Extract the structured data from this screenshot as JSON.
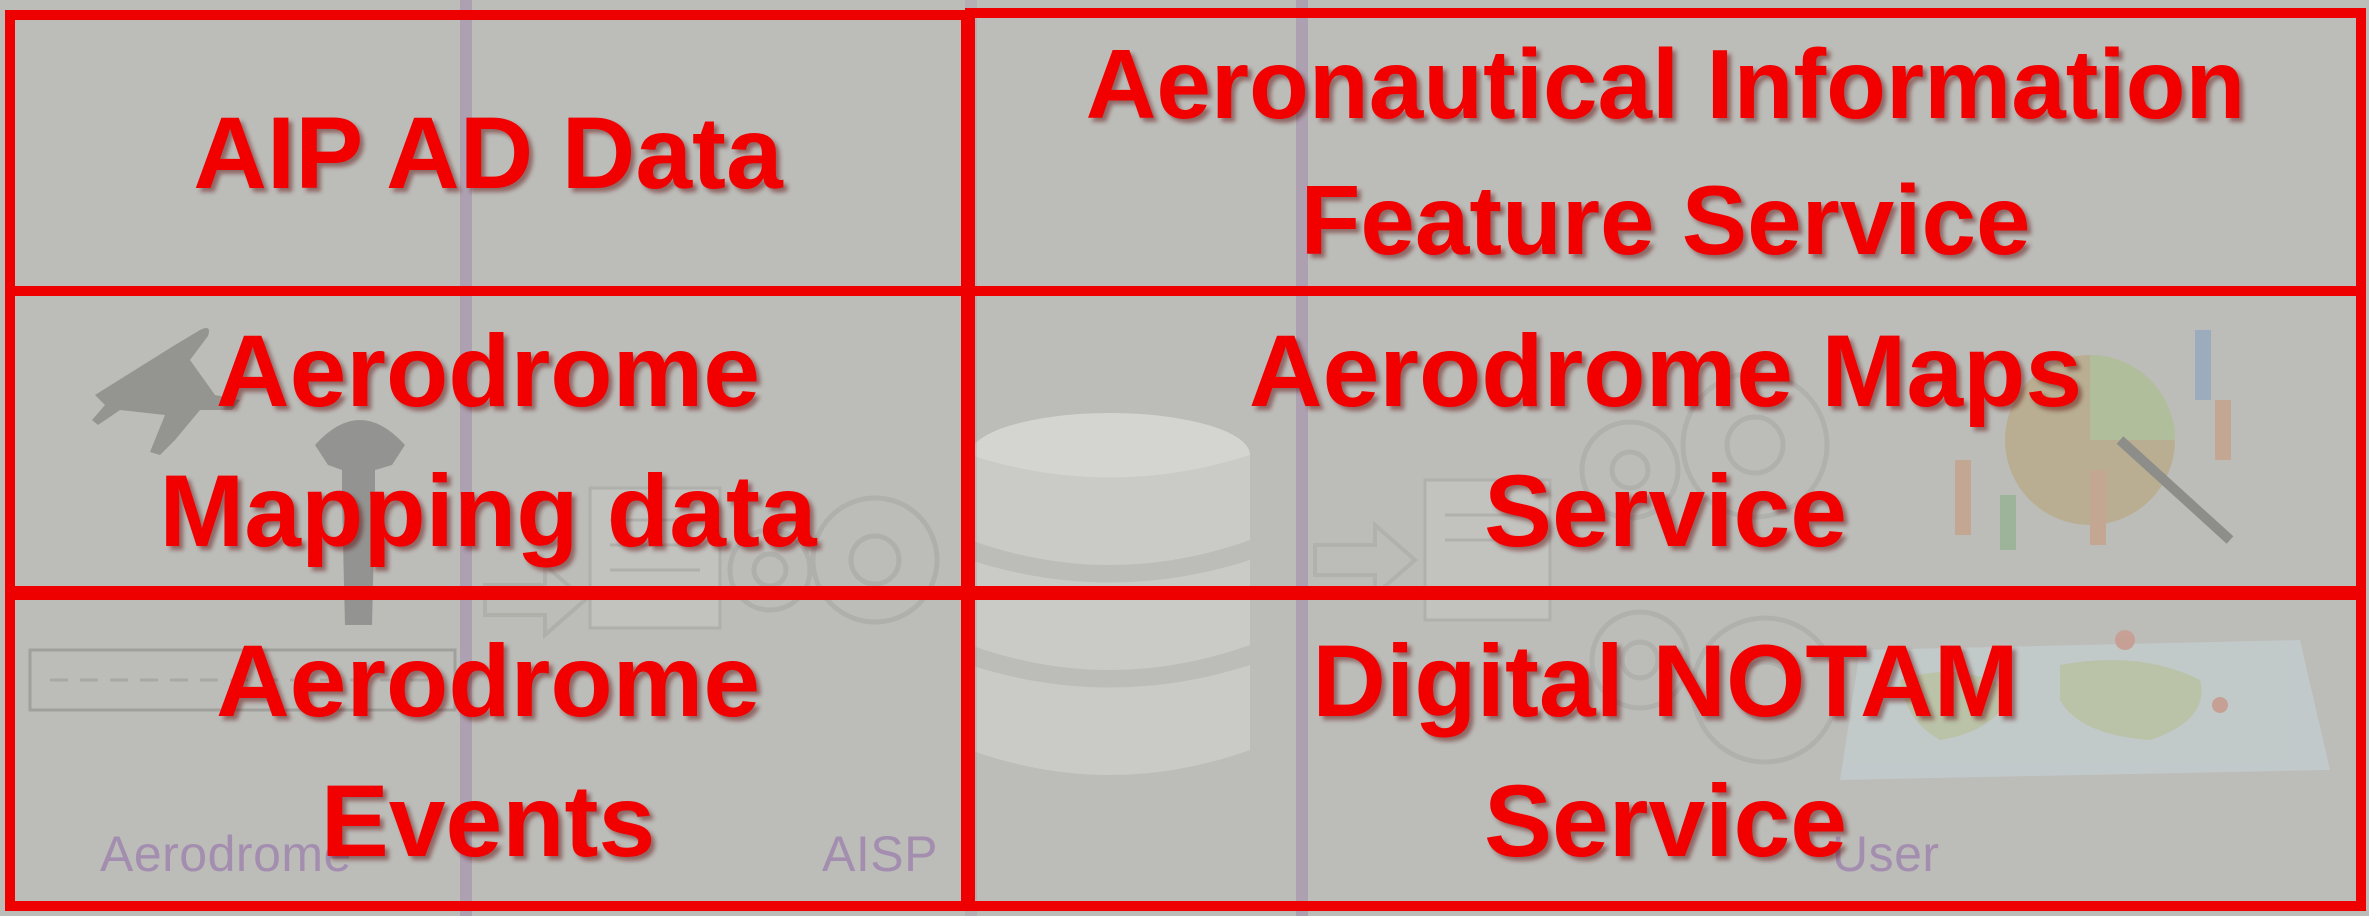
{
  "lanes": {
    "aerodrome_label": "Aerodrome",
    "aisp_label": "AISP",
    "user_label": "User"
  },
  "cells": {
    "aip_ad_data": "AIP AD Data",
    "aeronautical_info_service": "Aeronautical Information\nFeature Service",
    "aerodrome_mapping_data": "Aerodrome\nMapping data",
    "aerodrome_maps_service": "Aerodrome Maps\nService",
    "aerodrome_events": "Aerodrome\nEvents",
    "digital_notam_service": "Digital NOTAM\nService"
  },
  "icons": {
    "airplane": "airplane-icon",
    "control_tower": "control-tower-icon",
    "runway": "runway-icon",
    "document": "document-icon",
    "arrow": "arrow-right-icon",
    "gears": "gears-icon",
    "database": "database-icon",
    "analytics": "analytics-icon",
    "map": "world-map-icon"
  },
  "colors": {
    "box_border": "#ee0000",
    "box_text": "#f20000",
    "background": "#bcbcb8",
    "lane_label": "#a38eb0"
  }
}
